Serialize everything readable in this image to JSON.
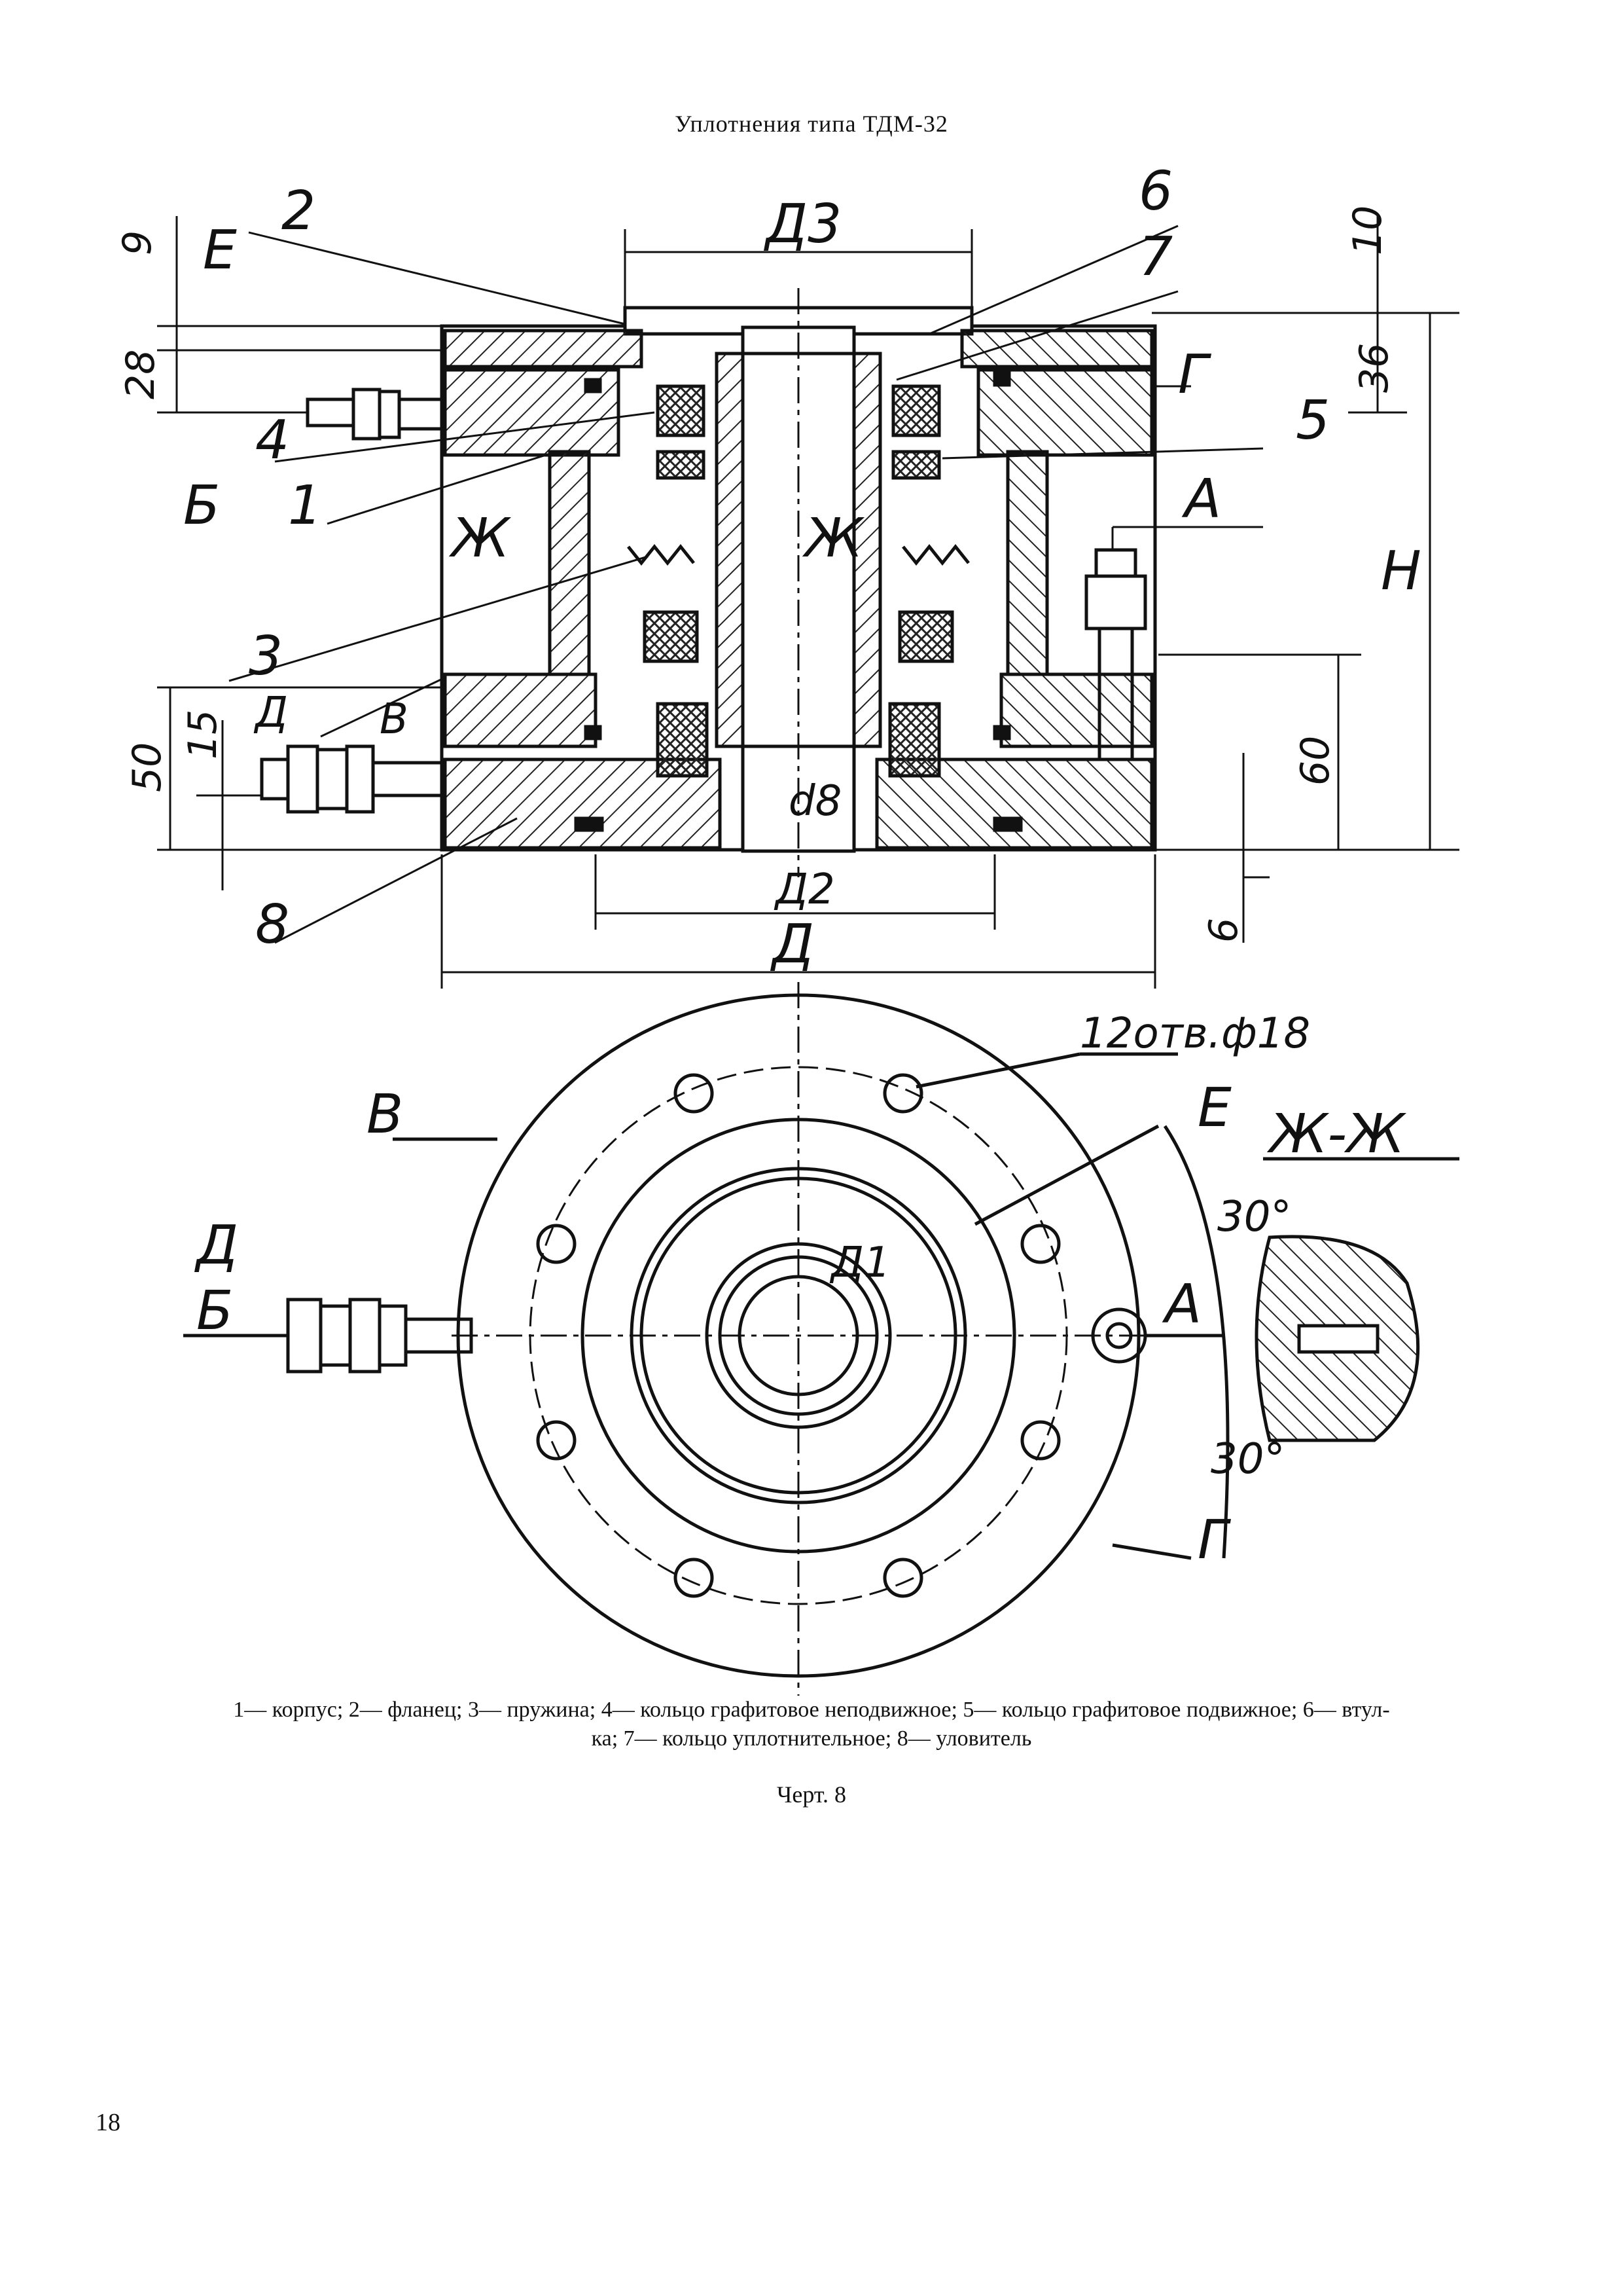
{
  "header": {
    "title": "Уплотнения типа ТДМ-32"
  },
  "drawing_labels": {
    "d3": "Д3",
    "d2": "Д2",
    "d": "Д",
    "d1": "Д1",
    "d8": "d8",
    "h": "Н",
    "e": "Е",
    "b": "Б",
    "g": "Г",
    "a": "А",
    "v": "В",
    "dd": "Д",
    "zh": "Ж",
    "zh_section": "Ж-Ж",
    "holes": "12отв.ф18",
    "p1": "1",
    "p2": "2",
    "p3": "3",
    "p4": "4",
    "p5": "5",
    "p6": "6",
    "p7": "7",
    "p8": "8",
    "dim9": "9",
    "dim10": "10",
    "dim28": "28",
    "dim36": "36",
    "dim50": "50",
    "dim15": "15",
    "dim60": "60",
    "dim6": "6",
    "ang1": "30°",
    "ang2": "30°"
  },
  "caption": {
    "line1": "1— корпус; 2— фланец; 3— пружина; 4— кольцо графитовое неподвижное; 5— кольцо графитовое подвижное; 6— втул-",
    "line2": "ка; 7— кольцо уплотнительное; 8— уловитель"
  },
  "figure_number": "Черт. 8",
  "page_number": "18"
}
